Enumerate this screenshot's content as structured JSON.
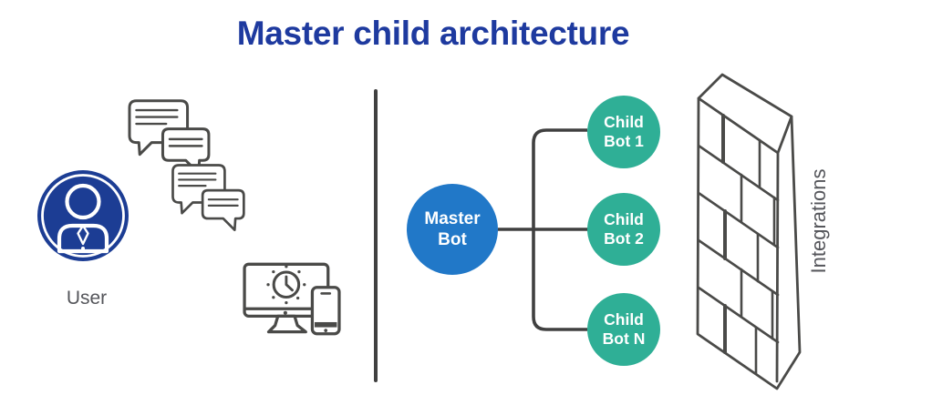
{
  "title": "Master child architecture",
  "left_panel": {
    "user_label": "User",
    "icons": {
      "chat": "chat-bubbles-icon",
      "user": "user-avatar-icon",
      "devices": "monitor-clock-phone-icon"
    }
  },
  "diagram": {
    "master_bot": {
      "label": "Master\nBot"
    },
    "child_bots": [
      {
        "label": "Child\nBot 1"
      },
      {
        "label": "Child\nBot 2"
      },
      {
        "label": "Child\nBot N"
      }
    ],
    "integrations_label": "Integrations",
    "integrations_icon": "brick-wall-icon"
  },
  "colors": {
    "title_blue": "#1E3A9F",
    "user_navy": "#1C3D94",
    "master_blue": "#2178C8",
    "child_teal": "#2FAF96",
    "outline_gray": "#4A4A48",
    "label_gray": "#55565B",
    "connector_dark": "#404040"
  }
}
